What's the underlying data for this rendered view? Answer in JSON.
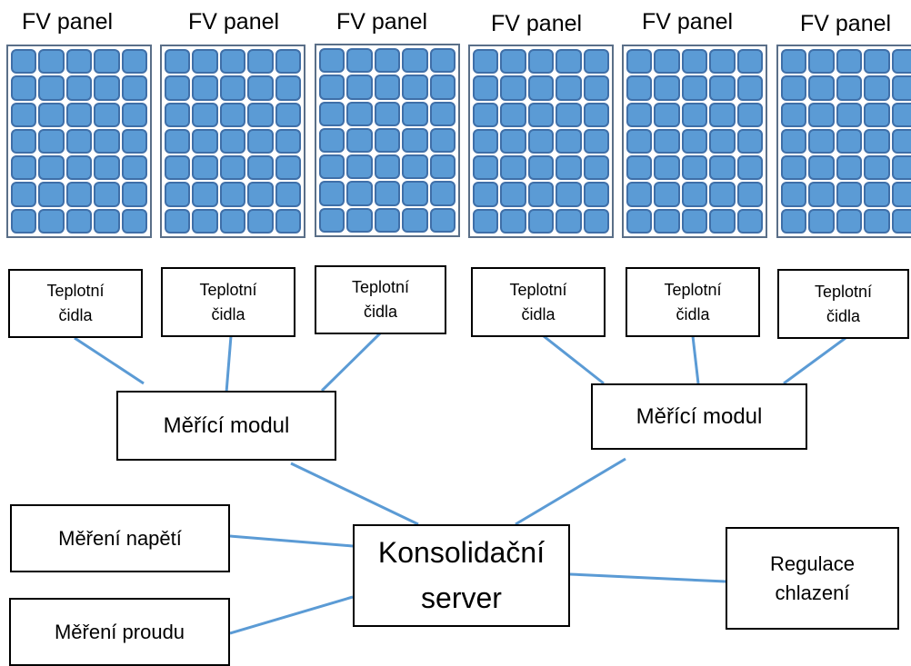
{
  "panels": [
    {
      "label": "FV panel"
    },
    {
      "label": "FV panel"
    },
    {
      "label": "FV panel"
    },
    {
      "label": "FV panel"
    },
    {
      "label": "FV panel"
    },
    {
      "label": "FV panel"
    }
  ],
  "sensors": [
    {
      "line1": "Teplotní",
      "line2": "čidla"
    },
    {
      "line1": "Teplotní",
      "line2": "čidla"
    },
    {
      "line1": "Teplotní",
      "line2": "čidla"
    },
    {
      "line1": "Teplotní",
      "line2": "čidla"
    },
    {
      "line1": "Teplotní",
      "line2": "čidla"
    },
    {
      "line1": "Teplotní",
      "line2": "čidla"
    }
  ],
  "modules": [
    {
      "label": "Měřící modul"
    },
    {
      "label": "Měřící modul"
    }
  ],
  "server": {
    "line1": "Konsolidační",
    "line2": "server"
  },
  "voltage": {
    "label": "Měření napětí"
  },
  "current": {
    "label": "Měření proudu"
  },
  "cooling": {
    "line1": "Regulace",
    "line2": "chlazení"
  },
  "colors": {
    "cell": "#5b9bd5",
    "connector": "#5b9bd5"
  }
}
